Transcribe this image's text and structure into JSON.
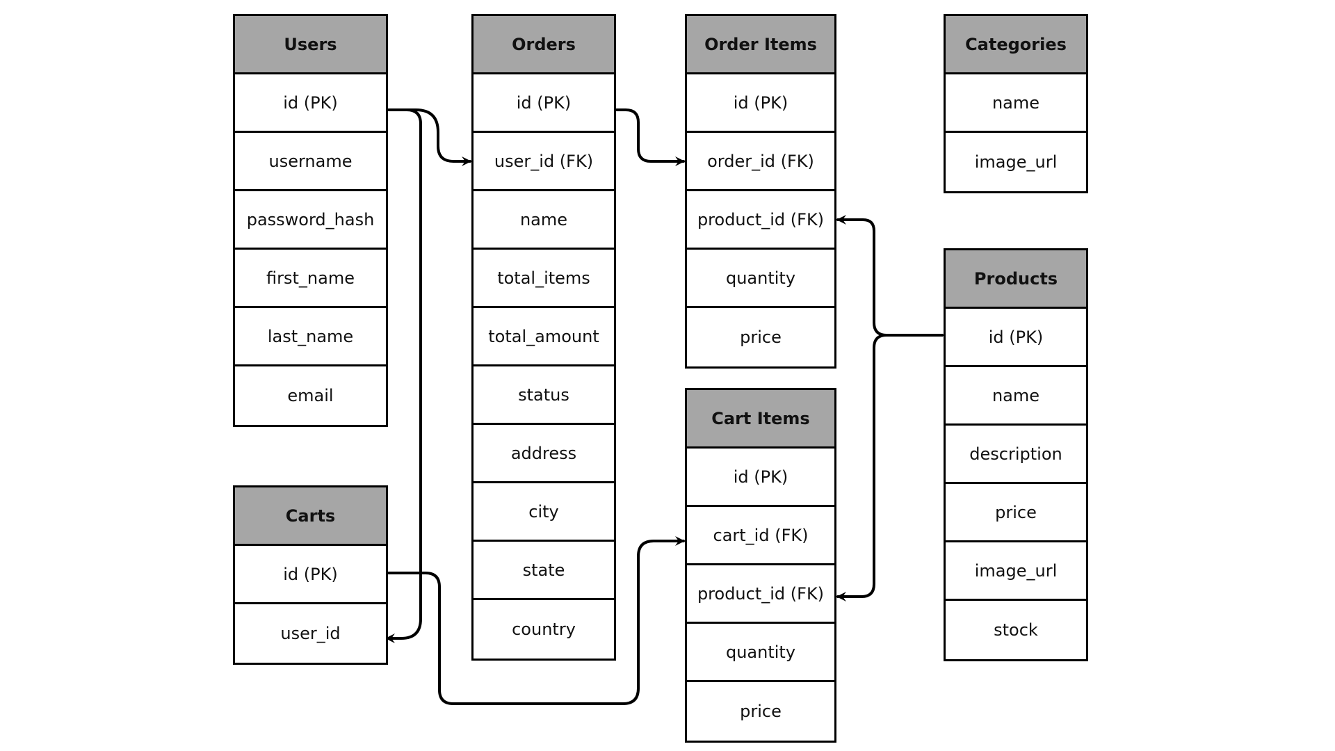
{
  "tables": {
    "users": {
      "title": "Users",
      "fields": [
        "id (PK)",
        "username",
        "password_hash",
        "first_name",
        "last_name",
        "email"
      ]
    },
    "orders": {
      "title": "Orders",
      "fields": [
        "id (PK)",
        "user_id (FK)",
        "name",
        "total_items",
        "total_amount",
        "status",
        "address",
        "city",
        "state",
        "country"
      ]
    },
    "order_items": {
      "title": "Order Items",
      "fields": [
        "id (PK)",
        "order_id (FK)",
        "product_id (FK)",
        "quantity",
        "price"
      ]
    },
    "categories": {
      "title": "Categories",
      "fields": [
        "name",
        "image_url"
      ]
    },
    "products": {
      "title": "Products",
      "fields": [
        "id (PK)",
        "name",
        "description",
        "price",
        "image_url",
        "stock"
      ]
    },
    "cart_items": {
      "title": "Cart Items",
      "fields": [
        "id (PK)",
        "cart_id (FK)",
        "product_id (FK)",
        "quantity",
        "price"
      ]
    },
    "carts": {
      "title": "Carts",
      "fields": [
        "id (PK)",
        "user_id"
      ]
    }
  },
  "relationships": [
    {
      "from": "Users.id (PK)",
      "to": "Orders.user_id (FK)"
    },
    {
      "from": "Users.id (PK)",
      "to": "Carts.user_id"
    },
    {
      "from": "Orders.id (PK)",
      "to": "Order Items.order_id (FK)"
    },
    {
      "from": "Products.id (PK)",
      "to": "Order Items.product_id (FK)"
    },
    {
      "from": "Products.id (PK)",
      "to": "Cart Items.product_id (FK)"
    },
    {
      "from": "Carts.id (PK)",
      "to": "Cart Items.cart_id (FK)"
    }
  ]
}
